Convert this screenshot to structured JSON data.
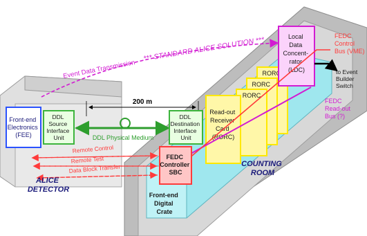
{
  "colors": {
    "fee_box": "#2a52ff",
    "ddl_box": "#3cb43c",
    "link_green": "#2e9e2e",
    "fedc_red": "#ff3b3b",
    "ldc_magenta": "#d21cd2",
    "rorc_yellow": "#ffe800",
    "room_cyan": "#9fe7ee",
    "text_dark": "#1a1a1a",
    "navy": "#1a1a7a"
  },
  "labels": {
    "event_data_transmission": "Event Data Transmission",
    "standard_solution": "*** STANDARD ALICE SOLUTION ***",
    "distance": "200 m",
    "ddl_physical_medium": "DDL Physical Medium",
    "fee": [
      "Front-end",
      "Electronics",
      "(FEE)"
    ],
    "ddl_siu": [
      "DDL",
      "Source",
      "Interface",
      "Unit"
    ],
    "ddl_diu": [
      "DDL",
      "Destination",
      "Interface",
      "Unit"
    ],
    "fedc_sbc": [
      "FEDC",
      "Controller",
      "SBC"
    ],
    "rorc_read_out": [
      "Read-out",
      "Receiver",
      "Card",
      "(RORC)"
    ],
    "rorc_stack": [
      "RORC",
      "RORC",
      "RORC"
    ],
    "ldc": [
      "Local",
      "Data",
      "Concent-",
      "rator",
      "(LDC)"
    ],
    "fedc_control_bus": [
      "FEDC",
      "Control",
      "Bus (VME)"
    ],
    "fedc_readout_bus": [
      "FEDC",
      "Read-out",
      "Bus (?)"
    ],
    "event_builder": [
      "to Event",
      "Builder",
      "Switch"
    ],
    "remote_control": "Remote Control",
    "remote_test": "Remote Test",
    "data_block_transfer": "Data Block Transfer",
    "alice_detector": [
      "ALICE",
      "DETECTOR"
    ],
    "counting_room": [
      "COUNTING",
      "ROOM"
    ],
    "frontend_crate": [
      "Front-end",
      "Digital",
      "Crate"
    ]
  }
}
